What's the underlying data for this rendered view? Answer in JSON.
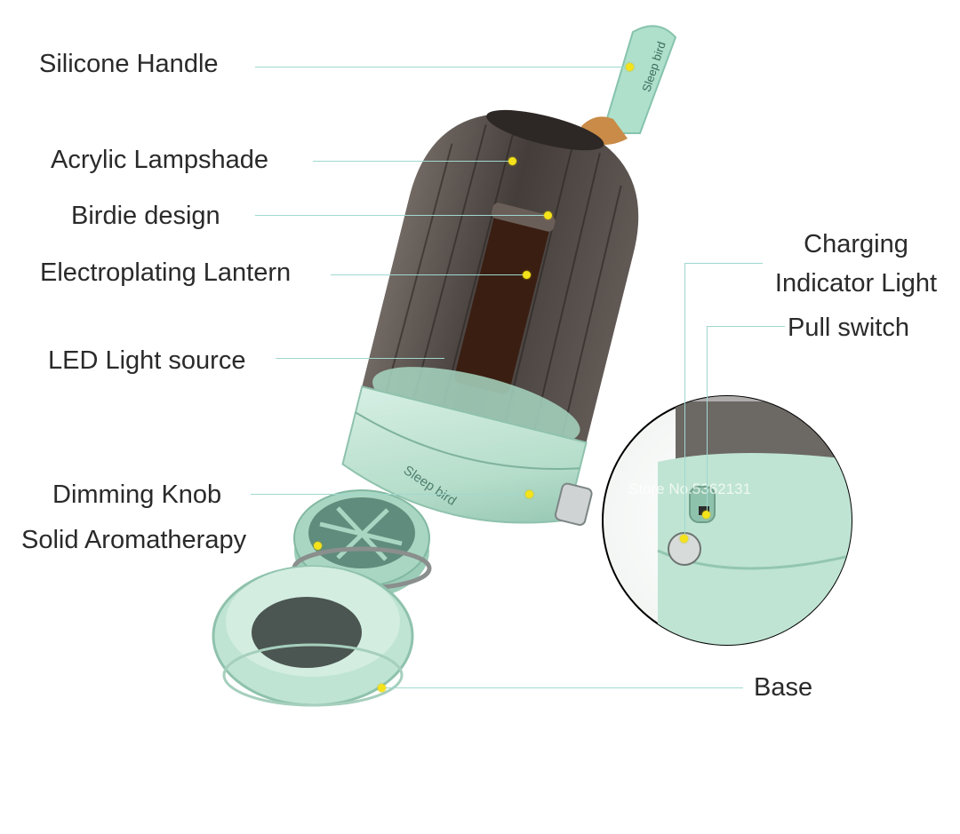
{
  "labels": {
    "silicone_handle": "Silicone Handle",
    "acrylic_lampshade": "Acrylic Lampshade",
    "birdie_design": "Birdie design",
    "electroplating_lantern": "Electroplating Lantern",
    "led_light_source": "LED Light source",
    "dimming_knob": "Dimming Knob",
    "solid_aromatherapy": "Solid Aromatherapy",
    "charging_line1": "Charging",
    "charging_line2": "Indicator Light",
    "pull_switch": "Pull switch",
    "base": "Base"
  },
  "brand": {
    "handle_text": "Sleep bird",
    "body_text": "Sleep bird"
  },
  "watermark": "Store No.5362131",
  "colors": {
    "lamp_green": "#bfe4d3",
    "lamp_green_dark": "#8fc7b1",
    "shade_gray": "#4a4441",
    "filament": "#ff7a1a",
    "leader_line": "#9fd8cf",
    "dot": "#f4e21a"
  }
}
